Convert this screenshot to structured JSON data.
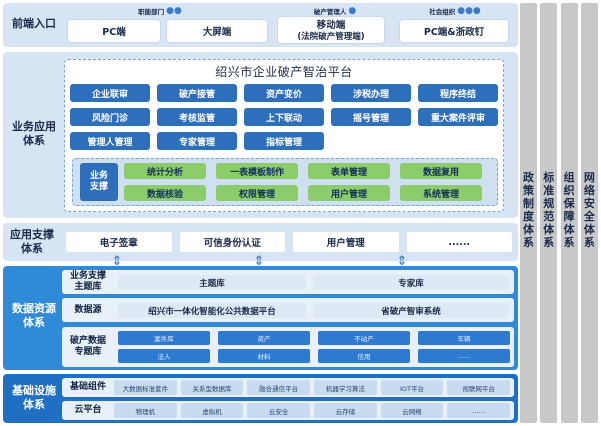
{
  "frontend": {
    "label": "前端入口",
    "groups": [
      {
        "title": "职能部门",
        "box": "PC端"
      },
      {
        "title": "",
        "box": "大屏端"
      },
      {
        "title": "破产管理人",
        "box": "移动端",
        "box2": "(法院破产管理端)"
      },
      {
        "title": "社会组织",
        "box": "PC端&浙政钉"
      }
    ]
  },
  "business": {
    "label": "业务应用\n体系",
    "platform_title": "绍兴市企业破产智治平台",
    "modules": [
      [
        "企业联审",
        "破产接管",
        "资产变价",
        "涉税办理",
        "程序终结"
      ],
      [
        "风险门诊",
        "考核监管",
        "上下联动",
        "摇号管理",
        "重大案件评审"
      ],
      [
        "管理人管理",
        "专家管理",
        "指标管理"
      ]
    ],
    "support_label": "业务\n支撑",
    "support_modules": [
      [
        "统计分析",
        "一表模板制作",
        "表单管理",
        "数据复用"
      ],
      [
        "数据核验",
        "权限管理",
        "用户管理",
        "系统管理"
      ]
    ]
  },
  "app_support": {
    "label": "应用支撑\n体系",
    "items": [
      "电子签章",
      "可信身份认证",
      "用户管理",
      "......"
    ]
  },
  "data_resource": {
    "label": "数据资源\n体系",
    "row1_label": "业务支撑\n主题库",
    "row1_items": [
      "主题库",
      "专家库"
    ],
    "row2_label": "数据源",
    "row2_items": [
      "绍兴市一体化智能化公共数据平台",
      "省破产智审系统"
    ],
    "row3_label": "破产数据\n专题库",
    "row3_items": [
      [
        "案件库",
        "资产",
        "不动产",
        "车辆"
      ],
      [
        "法人",
        "材料",
        "信用",
        "......"
      ]
    ]
  },
  "infra": {
    "label": "基础设施\n体系",
    "row1_label": "基础组件",
    "row1_items": [
      "大数据标准套件",
      "关系型数据库",
      "融合通信平台",
      "机器学习算法",
      "IOT平台",
      "视联网平台"
    ],
    "row2_label": "云平台",
    "row2_items": [
      "物理机",
      "虚拟机",
      "云安全",
      "云存储",
      "云网络",
      "......"
    ]
  },
  "side_columns": [
    "政策制度体系",
    "标准规范体系",
    "组织保障体系",
    "网络安全体系"
  ]
}
